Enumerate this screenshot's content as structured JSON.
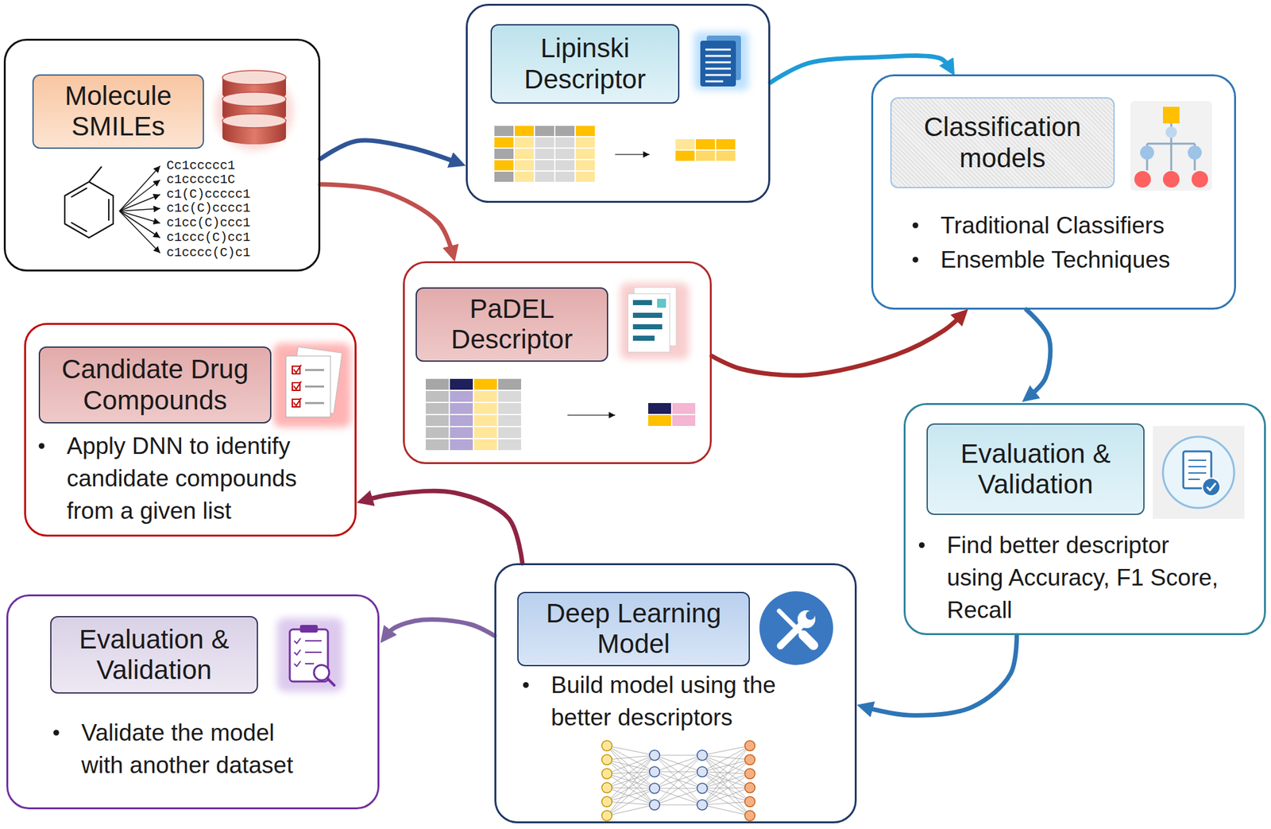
{
  "diagram": {
    "nodes": [
      {
        "text": []
      },
      {
        "text": [
          "Molecule SMILEs"
        ],
        "in": 0
      },
      {
        "text": []
      },
      {
        "text": [
          "Lipinski Descriptor"
        ],
        "in": 2
      },
      {
        "text": [
          "Traditional Classifiers",
          "Ensemble Techniques"
        ]
      },
      {
        "text": [
          "Classification models"
        ],
        "in": 4
      },
      {
        "text": []
      },
      {
        "text": [
          "PaDEL Descriptor"
        ],
        "in": 6
      },
      {
        "text": [
          "Apply DNN to identify candidate compounds from a given list"
        ]
      },
      {
        "text": [
          "Candidate Drug Compounds"
        ],
        "in": 8
      },
      {
        "text": [
          "Find better descriptor using Accuracy, F1 Score, Recall"
        ]
      },
      {
        "text": [
          "Evaluation & Validation"
        ],
        "in": 10
      },
      {
        "text": [
          "Validate the model with another dataset"
        ]
      },
      {
        "text": [
          "Evaluation & Validation"
        ],
        "in": 12
      },
      {
        "text": [
          "Build model using the better descriptors"
        ]
      },
      {
        "text": [
          "Deep Learning Model"
        ],
        "in": 14
      }
    ],
    "edges": [
      {
        "from": 0,
        "to": 2,
        "arrow": "to"
      },
      {
        "from": 0,
        "to": 6,
        "arrow": "to"
      },
      {
        "from": 2,
        "to": 4,
        "arrow": "to"
      },
      {
        "from": 6,
        "to": 4,
        "arrow": "to"
      },
      {
        "from": 4,
        "to": 10,
        "arrow": "to"
      },
      {
        "from": 10,
        "to": 14,
        "arrow": "to"
      },
      {
        "from": 14,
        "to": 8,
        "arrow": "to"
      },
      {
        "from": 14,
        "to": 12,
        "arrow": "to"
      }
    ],
    "labels": [
      "Cc1ccccc1",
      "c1ccccc1C",
      "c1(C)ccccc1",
      "c1c(C)cccc1",
      "c1cc(C)ccc1",
      "c1ccc(C)cc1",
      "c1cccc(C)c1"
    ]
  }
}
